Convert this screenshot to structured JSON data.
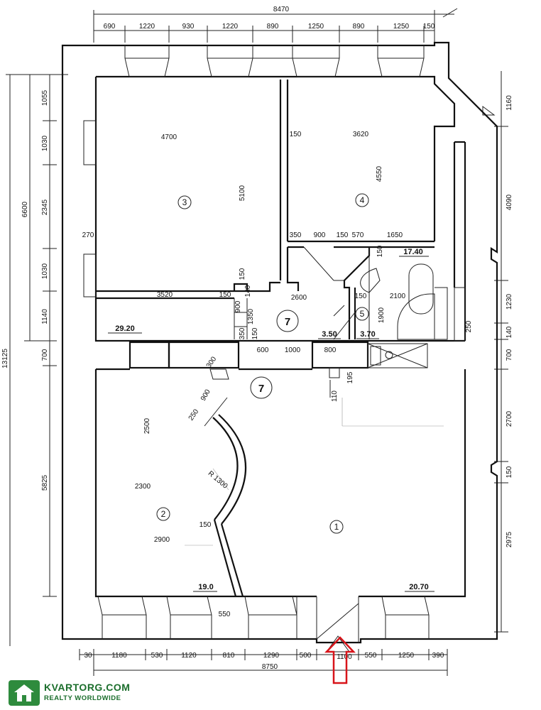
{
  "plan": {
    "top_total": "8470",
    "top_segments": [
      "690",
      "1220",
      "930",
      "1220",
      "890",
      "1250",
      "890",
      "1250",
      "150"
    ],
    "bottom_segments": [
      "30",
      "1180",
      "530",
      "1120",
      "810",
      "1290",
      "500",
      "1100",
      "550",
      "1250",
      "390"
    ],
    "bottom_total": "8750",
    "left_outer_total": "13125",
    "left_upper_total": "6600",
    "left_segments": [
      "1055",
      "1030",
      "2345",
      "1030",
      "1140",
      "700"
    ],
    "left_lower_total": "5825",
    "right_segments": [
      "1160",
      "4090",
      "1230",
      "140",
      "700",
      "2700",
      "150",
      "2975"
    ],
    "room_numbers": [
      "1",
      "2",
      "3",
      "4",
      "5",
      "7",
      "7"
    ],
    "areas": {
      "room3": "29.20",
      "room4": "17.40",
      "room5a": "3.50",
      "room5b": "3.70",
      "room2": "19.0",
      "room1": "20.70"
    },
    "room3_dims": {
      "width": "4700",
      "depth": "5100",
      "wall": "150",
      "sill": "270",
      "bottom": "3520",
      "small": "150"
    },
    "room4_dims": {
      "width": "3620",
      "depth": "4550"
    },
    "hall_dims": {
      "d1": "350",
      "d2": "900",
      "d3": "150",
      "d4": "570",
      "d5": "1650",
      "d6": "150",
      "d7": "2600",
      "d8": "150",
      "d9": "2100",
      "d10": "1900",
      "d11": "250"
    },
    "corridor_dims": {
      "a": "150",
      "b": "900",
      "c": "140",
      "d": "1350",
      "e": "350",
      "f": "150"
    },
    "door_dims": {
      "d600": "600",
      "d1000": "1000",
      "d800": "800",
      "d195": "195",
      "d110": "110"
    },
    "room2_dims": {
      "a": "300",
      "b": "900",
      "c": "2500",
      "d": "2300",
      "e": "2900",
      "f": "250",
      "radius": "R 1300",
      "g": "150",
      "h": "550"
    }
  },
  "watermark": {
    "title": "KVARTORG.COM",
    "subtitle": "REALTY WORLDWIDE"
  },
  "colors": {
    "ink": "#111111",
    "entrance_arrow": "#d8141a",
    "watermark": "#1b6e2c"
  }
}
